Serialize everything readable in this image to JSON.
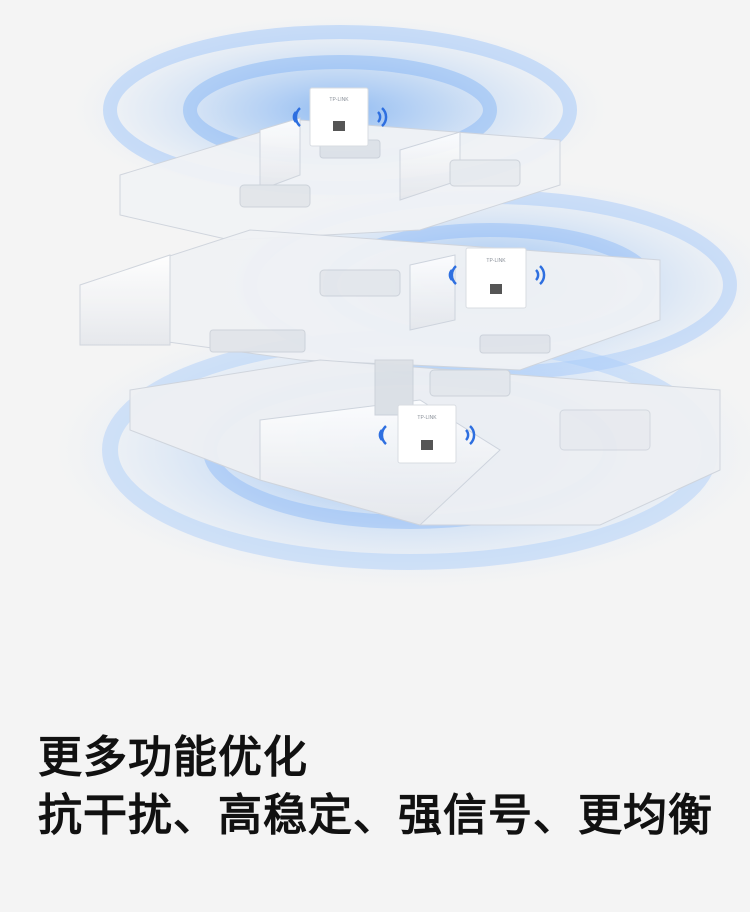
{
  "colors": {
    "background": "#f4f4f4",
    "signal": "#3f8cf0",
    "signal_icon": "#2e6fe0",
    "headline": "#111111"
  },
  "device_label": "TP-LINK",
  "headline": "更多功能优化",
  "subline": "抗干扰、高稳定、强信号、更均衡"
}
